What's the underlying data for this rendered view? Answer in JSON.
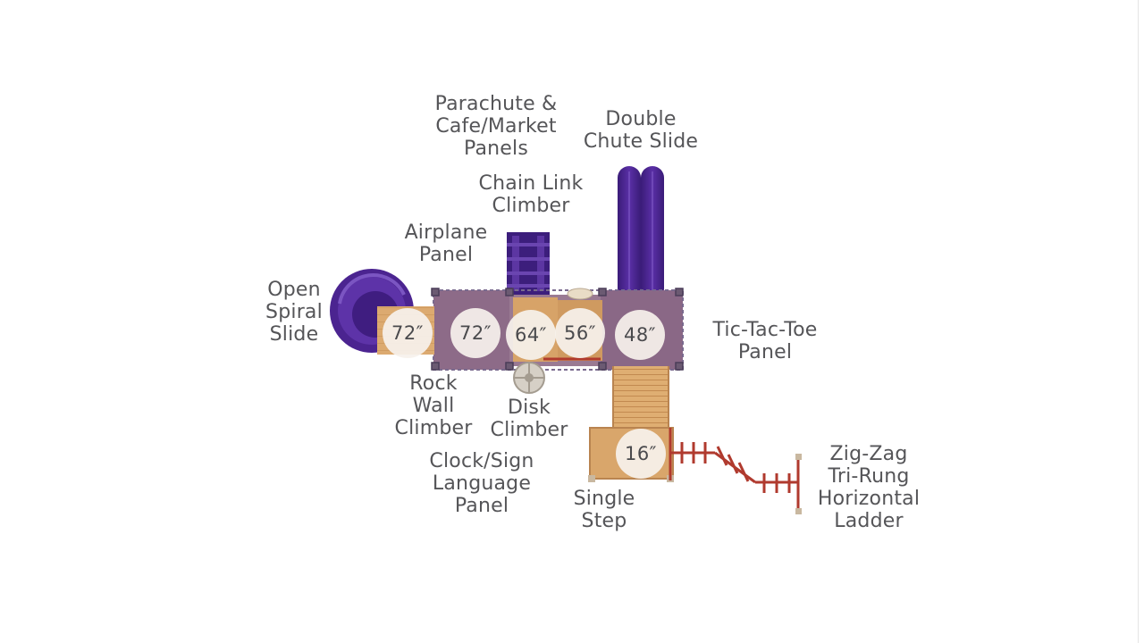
{
  "labels": {
    "parachute_panels": "Parachute &\nCafe/Market\nPanels",
    "double_chute_slide": "Double\nChute Slide",
    "chain_link_climber": "Chain Link\nClimber",
    "airplane_panel": "Airplane\nPanel",
    "open_spiral_slide": "Open\nSpiral\nSlide",
    "tic_tac_toe_panel": "Tic-Tac-Toe\nPanel",
    "rock_wall_climber": "Rock\nWall\nClimber",
    "disk_climber": "Disk\nClimber",
    "clock_sign_panel": "Clock/Sign\nLanguage\nPanel",
    "single_step": "Single\nStep",
    "zigzag_ladder": "Zig-Zag\nTri-Rung\nHorizontal\nLadder"
  },
  "deck_heights": [
    "72″",
    "72″",
    "64″",
    "56″",
    "48″",
    "16″"
  ],
  "colors": {
    "wood": "#d9a66b",
    "wood_dark": "#b98450",
    "canopy": "#8a6a86",
    "slide_purple": "#4b2490",
    "steel": "#b03a2e",
    "label": "#555558"
  }
}
